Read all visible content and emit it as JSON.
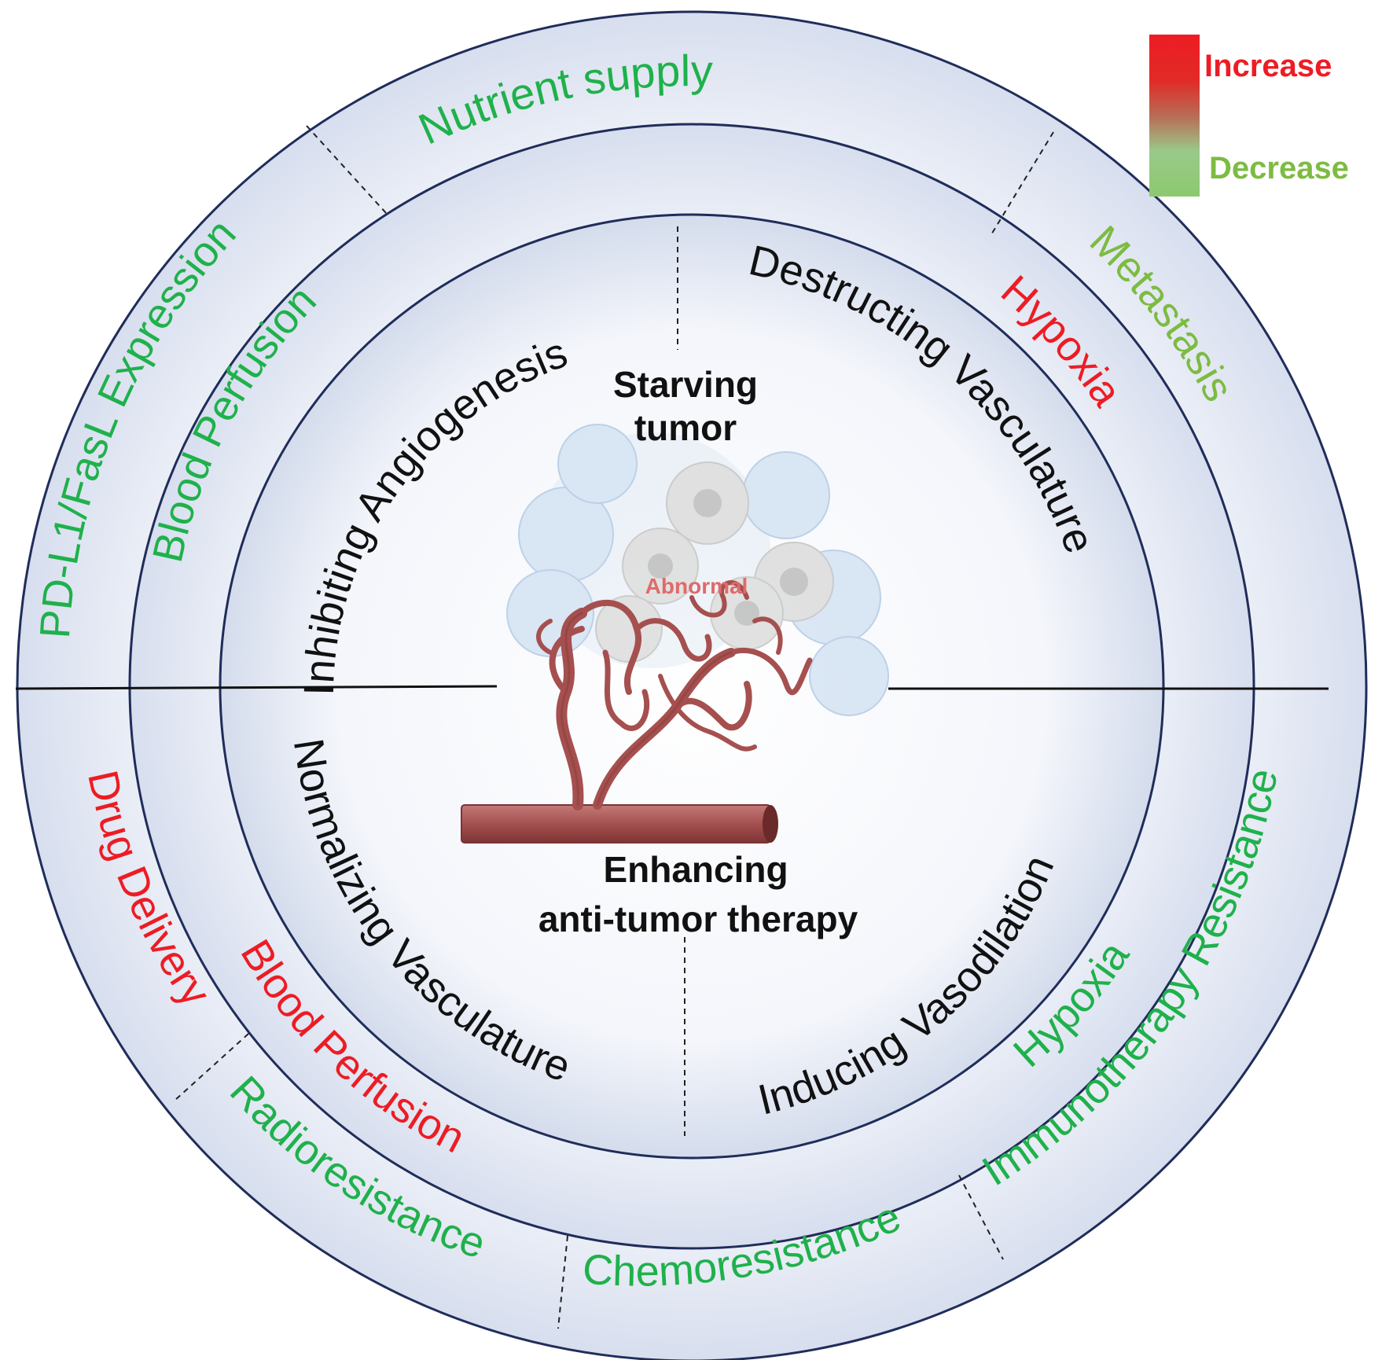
{
  "legend": {
    "increase": "Increase",
    "decrease": "Decrease"
  },
  "colors": {
    "increase": "#ed1c24",
    "decrease": "#7dbb42",
    "decrease_alt": "#1fb14b",
    "ring_stroke": "#1f2d5a",
    "vessel": "#a5504f"
  },
  "center": {
    "top_line1": "Starving",
    "top_line2": "tumor",
    "bottom_line1": "Enhancing",
    "bottom_line2": "anti-tumor therapy",
    "abnormal": "Abnormal"
  },
  "inner_ring": {
    "inhibiting": "Inhibiting Angiogenesis",
    "destructing": "Destructing Vasculature",
    "normalizing": "Normalizing Vasculature",
    "inducing": "Inducing Vasodilation"
  },
  "middle_ring": {
    "blood_perfusion_decrease": "Blood Perfusion",
    "hypoxia_increase": "Hypoxia",
    "blood_perfusion_increase": "Blood Perfusion",
    "hypoxia_decrease": "Hypoxia"
  },
  "outer_ring": {
    "nutrient_supply": "Nutrient supply",
    "pdl1": "PD-L1/FasL Expression",
    "metastasis": "Metastasis",
    "drug_delivery": "Drug Delivery",
    "radioresistance": "Radioresistance",
    "chemoresistance": "Chemoresistance",
    "immunotherapy": "Immunotherapy Resistance"
  }
}
